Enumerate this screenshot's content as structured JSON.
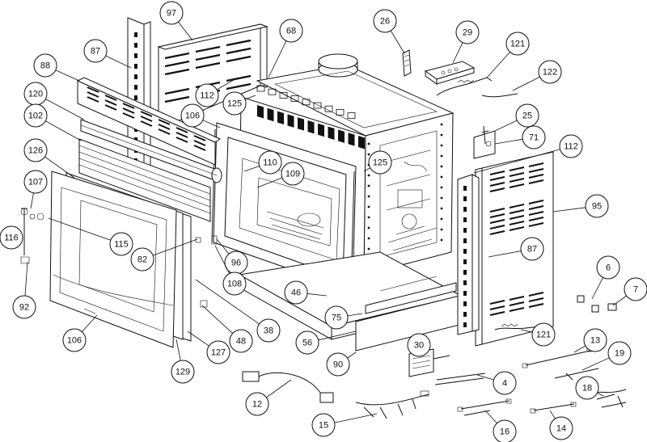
{
  "diagram": {
    "callouts": [
      {
        "id": "c97",
        "label": "97"
      },
      {
        "id": "c87a",
        "label": "87"
      },
      {
        "id": "c68",
        "label": "68"
      },
      {
        "id": "c26",
        "label": "26"
      },
      {
        "id": "c29",
        "label": "29"
      },
      {
        "id": "c121a",
        "label": "121"
      },
      {
        "id": "c122",
        "label": "122"
      },
      {
        "id": "c88",
        "label": "88"
      },
      {
        "id": "c112a",
        "label": "112"
      },
      {
        "id": "c120",
        "label": "120"
      },
      {
        "id": "c125a",
        "label": "125"
      },
      {
        "id": "c106a",
        "label": "106"
      },
      {
        "id": "c102",
        "label": "102"
      },
      {
        "id": "c25",
        "label": "25"
      },
      {
        "id": "c71",
        "label": "71"
      },
      {
        "id": "c112b",
        "label": "112"
      },
      {
        "id": "c126",
        "label": "126"
      },
      {
        "id": "c110",
        "label": "110"
      },
      {
        "id": "c109",
        "label": "109"
      },
      {
        "id": "c125b",
        "label": "125"
      },
      {
        "id": "c107",
        "label": "107"
      },
      {
        "id": "c95",
        "label": "95"
      },
      {
        "id": "c116",
        "label": "116"
      },
      {
        "id": "c115",
        "label": "115"
      },
      {
        "id": "c82",
        "label": "82"
      },
      {
        "id": "c87b",
        "label": "87"
      },
      {
        "id": "c96",
        "label": "96"
      },
      {
        "id": "c6",
        "label": "6"
      },
      {
        "id": "c108",
        "label": "108"
      },
      {
        "id": "c46",
        "label": "46"
      },
      {
        "id": "c7",
        "label": "7"
      },
      {
        "id": "c92",
        "label": "92"
      },
      {
        "id": "c75",
        "label": "75"
      },
      {
        "id": "c38",
        "label": "38"
      },
      {
        "id": "c48",
        "label": "48"
      },
      {
        "id": "c106b",
        "label": "106"
      },
      {
        "id": "c56",
        "label": "56"
      },
      {
        "id": "c121b",
        "label": "121"
      },
      {
        "id": "c13",
        "label": "13"
      },
      {
        "id": "c127",
        "label": "127"
      },
      {
        "id": "c30",
        "label": "30"
      },
      {
        "id": "c19",
        "label": "19"
      },
      {
        "id": "c129",
        "label": "129"
      },
      {
        "id": "c90",
        "label": "90"
      },
      {
        "id": "c4",
        "label": "4"
      },
      {
        "id": "c18",
        "label": "18"
      },
      {
        "id": "c12",
        "label": "12"
      },
      {
        "id": "c15",
        "label": "15"
      },
      {
        "id": "c16",
        "label": "16"
      },
      {
        "id": "c14",
        "label": "14"
      }
    ]
  }
}
